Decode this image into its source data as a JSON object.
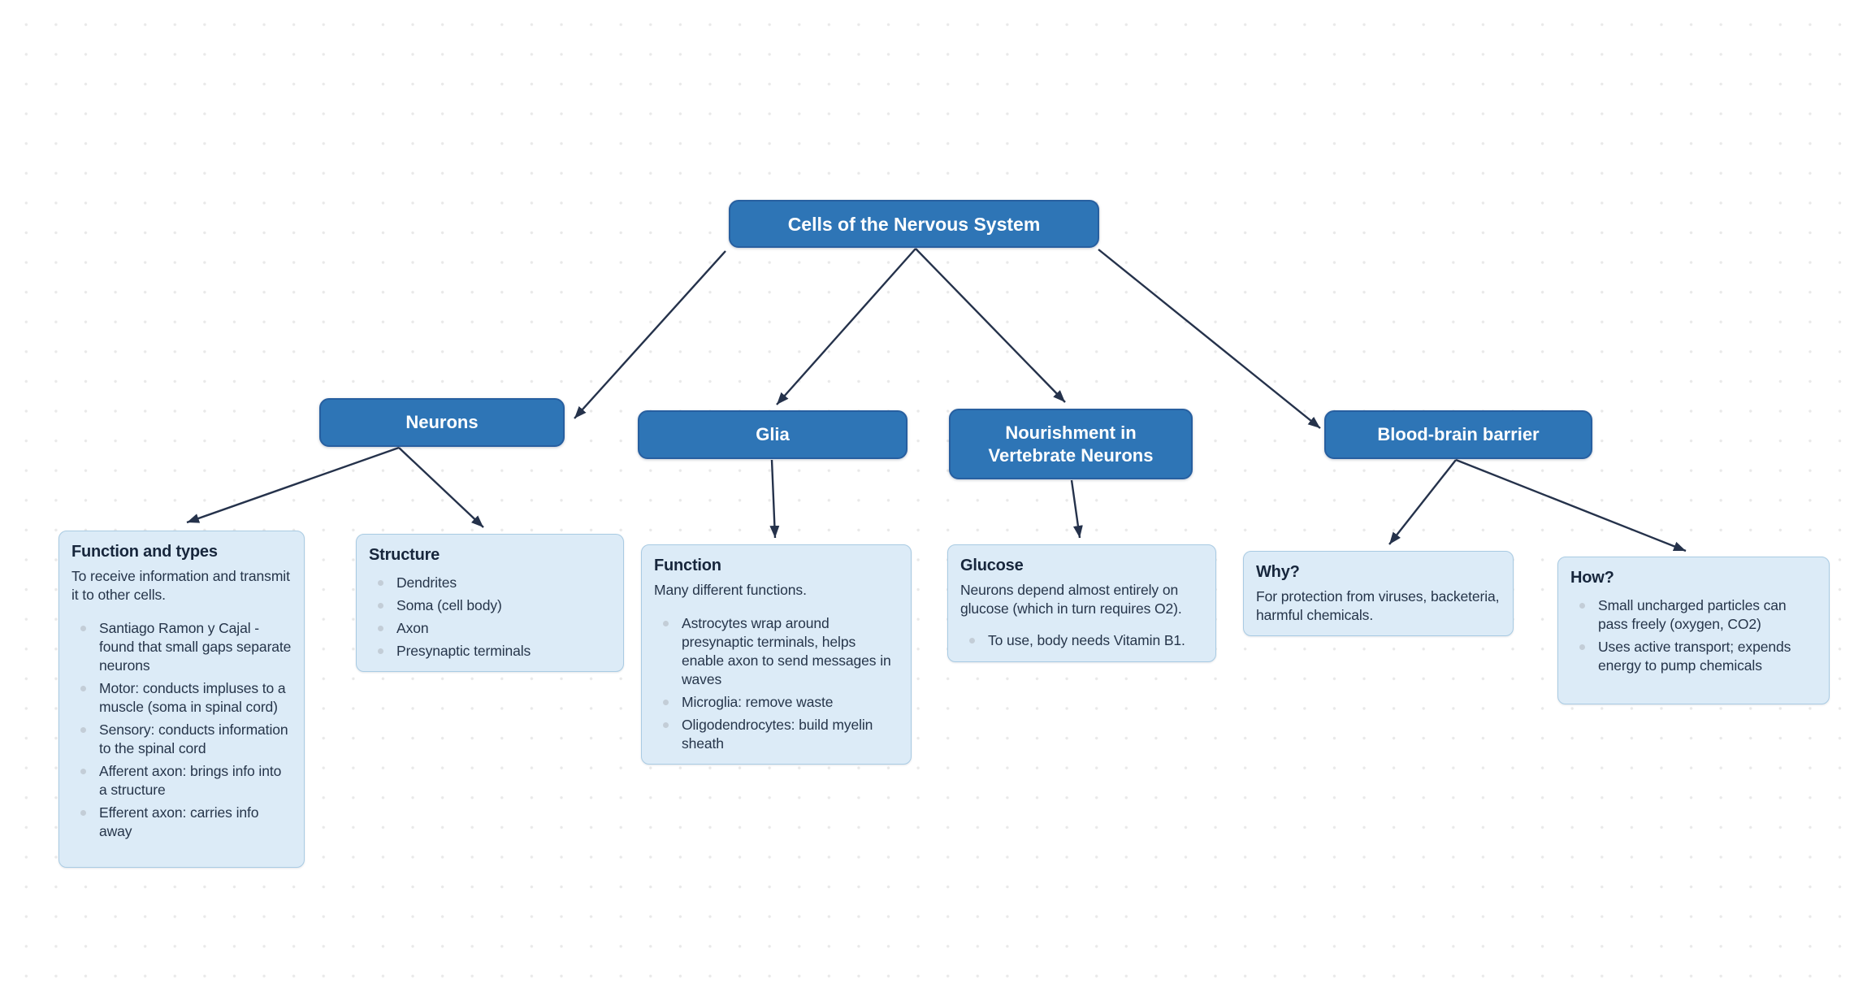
{
  "colors": {
    "topic_fill": "#2E75B6",
    "topic_border": "#275FA0",
    "topic_text": "#FFFFFF",
    "card_fill": "#DCEBF7",
    "card_border": "#A9CBE3",
    "card_title_text": "#17263C",
    "card_body_text": "#26354A",
    "arrow": "#25324B",
    "canvas_dot": "#E9E9E9"
  },
  "topics": {
    "root": {
      "label": "Cells of the Nervous System"
    },
    "neurons": {
      "label": "Neurons"
    },
    "glia": {
      "label": "Glia"
    },
    "nourishment": {
      "label": "Nourishment in Vertebrate Neurons"
    },
    "blood_brain_barrier": {
      "label": "Blood-brain barrier"
    }
  },
  "cards": {
    "function_and_types": {
      "title": "Function and types",
      "body": "To receive information and transmit it to other cells.",
      "bullets": [
        "Santiago Ramon y Cajal - found that small gaps separate neurons",
        "Motor: conducts impluses to a muscle (soma in spinal cord)",
        "Sensory: conducts information to the spinal cord",
        "Afferent axon: brings info into a structure",
        "Efferent axon: carries info away"
      ]
    },
    "structure": {
      "title": "Structure",
      "bullets": [
        "Dendrites",
        "Soma (cell body)",
        "Axon",
        "Presynaptic terminals"
      ]
    },
    "glia_function": {
      "title": "Function",
      "body": "Many different functions.",
      "bullets": [
        "Astrocytes wrap around presynaptic terminals, helps enable axon to send messages in waves",
        "Microglia: remove waste",
        "Oligodendrocytes: build myelin sheath"
      ]
    },
    "glucose": {
      "title": "Glucose",
      "body": "Neurons depend almost entirely on glucose (which in turn requires O2).",
      "bullets": [
        "To use, body needs Vitamin B1."
      ]
    },
    "why": {
      "title": "Why?",
      "body": "For protection from viruses, backeteria, harmful chemicals."
    },
    "how": {
      "title": "How?",
      "bullets": [
        "Small uncharged particles can pass freely (oxygen, CO2)",
        "Uses active transport; expends energy to pump chemicals"
      ]
    }
  }
}
